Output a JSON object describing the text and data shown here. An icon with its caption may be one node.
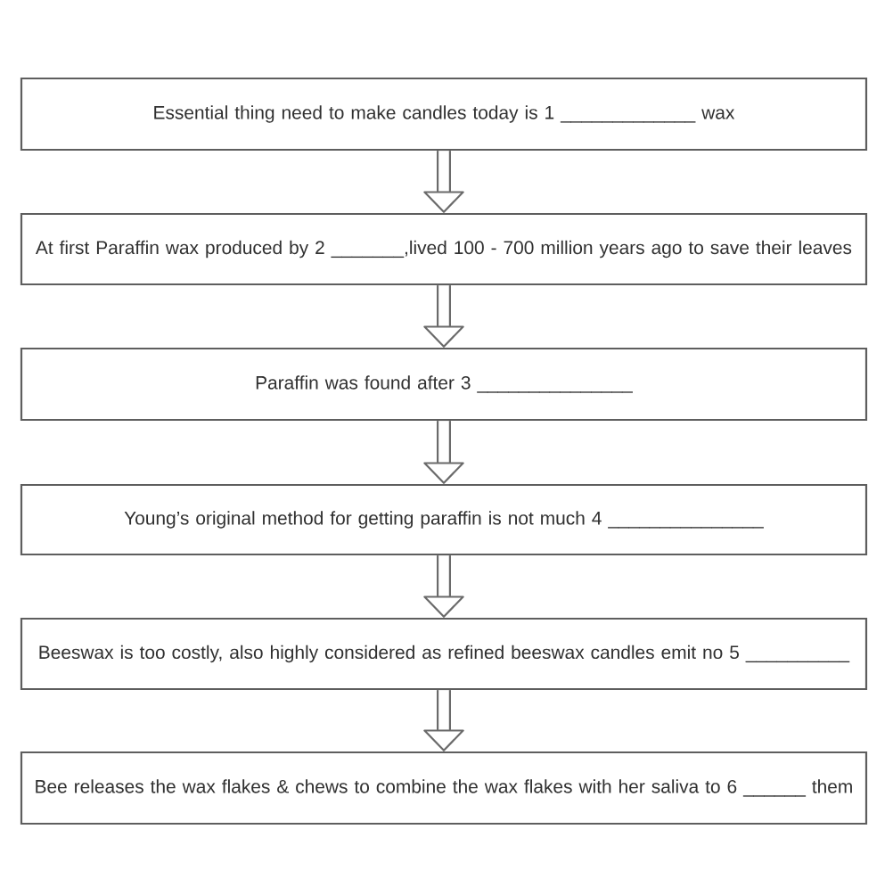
{
  "diagram": {
    "nodes": [
      {
        "text": [
          "Essential thing need to make candles today is 1 _____________ wax"
        ]
      },
      {
        "text": [
          "At first Paraffin wax produced by 2 _______,lived 100 - 700 million years ago to save their leaves"
        ]
      },
      {
        "text": [
          "Paraffin was found after 3 _______________"
        ]
      },
      {
        "text": [
          "Young’s original method for getting paraffin is not much 4 _______________"
        ]
      },
      {
        "text": [
          "Beeswax is too costly, also highly considered as refined beeswax candles emit no 5 __________"
        ]
      },
      {
        "text": [
          "Bee releases the wax flakes & chews to combine the wax flakes with her saliva to 6 ______ them"
        ]
      }
    ],
    "edges": [
      {
        "from": 0,
        "to": 1,
        "arrow": "to"
      },
      {
        "from": 1,
        "to": 2,
        "arrow": "to"
      },
      {
        "from": 2,
        "to": 3,
        "arrow": "to"
      },
      {
        "from": 3,
        "to": 4,
        "arrow": "to"
      },
      {
        "from": 4,
        "to": 5,
        "arrow": "to"
      }
    ]
  }
}
